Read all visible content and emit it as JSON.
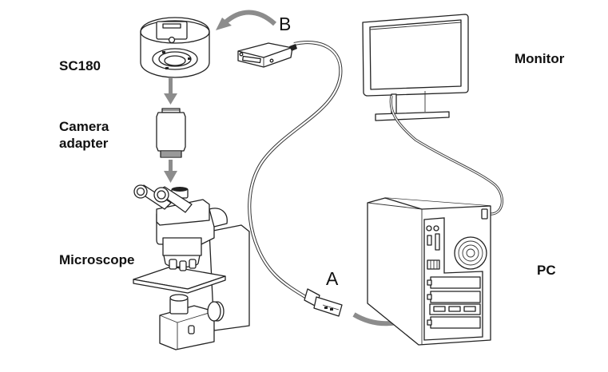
{
  "labels": {
    "camera": "SC180",
    "adapter_line1": "Camera",
    "adapter_line2": "adapter",
    "microscope": "Microscope",
    "monitor": "Monitor",
    "pc": "PC"
  },
  "connectors": {
    "a": "A",
    "b": "B"
  },
  "colors": {
    "arrow": "#8c8c8c",
    "line": "#222222",
    "text": "#111111"
  }
}
